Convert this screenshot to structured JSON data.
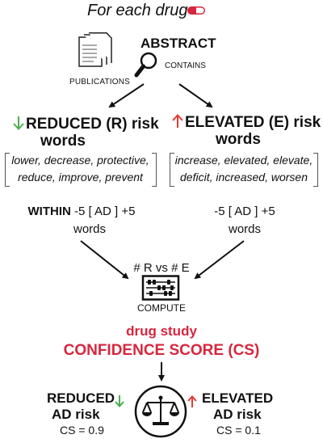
{
  "title": "For each drug",
  "publications_label": "PUBLICATIONS",
  "abstract_label": "ABSTRACT",
  "contains_label": "CONTAINS",
  "reduced": {
    "heading_line1": "REDUCED (R) risk",
    "heading_line2": "words",
    "words_line1": "lower, decrease, protective,",
    "words_line2": "reduce, improve, prevent",
    "within_prefix": "WITHIN",
    "window": "-5 [ AD ] +5",
    "window_unit": "words"
  },
  "elevated": {
    "heading_line1": "ELEVATED (E) risk",
    "heading_line2": "words",
    "words_line1": "increase, elevated, elevate,",
    "words_line2": "deficit, increased, worsen",
    "window": "-5 [ AD ] +5",
    "window_unit": "words"
  },
  "compare_label": "# R vs # E",
  "compute_label": "COMPUTE",
  "drug_study_label": "drug study",
  "confidence_score_label": "CONFIDENCE SCORE (CS)",
  "outcome_reduced": {
    "line1": "REDUCED",
    "line2": "AD risk",
    "cs": "CS = 0.9"
  },
  "outcome_elevated": {
    "line1": "ELEVATED",
    "line2": "AD risk",
    "cs": "CS = 0.1"
  },
  "colors": {
    "accent_red": "#d7263d",
    "green": "#4caf50",
    "arrow_red": "#e53935"
  },
  "icons": [
    "pill-icon",
    "documents-icon",
    "magnifier-icon",
    "green-down-arrow-icon",
    "red-up-arrow-icon",
    "abacus-icon",
    "balance-scale-icon"
  ]
}
